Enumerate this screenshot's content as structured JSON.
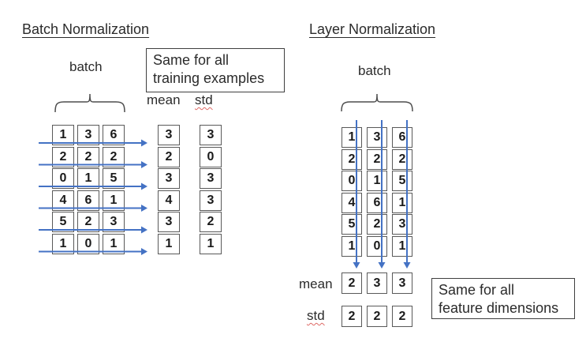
{
  "panels": {
    "batch_norm": {
      "title": "Batch Normalization",
      "batch_label": "batch",
      "note_line1": "Same for all",
      "note_line2": "training examples",
      "mean_label": "mean",
      "std_label": "std",
      "matrix": [
        [
          1,
          3,
          6
        ],
        [
          2,
          2,
          2
        ],
        [
          0,
          1,
          5
        ],
        [
          4,
          6,
          1
        ],
        [
          5,
          2,
          3
        ],
        [
          1,
          0,
          1
        ]
      ],
      "mean": [
        3,
        2,
        3,
        4,
        3,
        1
      ],
      "std": [
        3,
        0,
        3,
        3,
        2,
        1
      ]
    },
    "layer_norm": {
      "title": "Layer Normalization",
      "batch_label": "batch",
      "note_line1": "Same for all",
      "note_line2": "feature dimensions",
      "mean_label": "mean",
      "std_label": "std",
      "matrix": [
        [
          1,
          3,
          6
        ],
        [
          2,
          2,
          2
        ],
        [
          0,
          1,
          5
        ],
        [
          4,
          6,
          1
        ],
        [
          5,
          2,
          3
        ],
        [
          1,
          0,
          1
        ]
      ],
      "mean": [
        2,
        3,
        3
      ],
      "std": [
        2,
        2,
        2
      ]
    }
  },
  "colors": {
    "arrow_blue": "#4472C4",
    "cell_border": "#595959",
    "brace_gray": "#4d4d4d",
    "text": "#2b2b2b",
    "spellcheck_red": "#de6a66"
  }
}
